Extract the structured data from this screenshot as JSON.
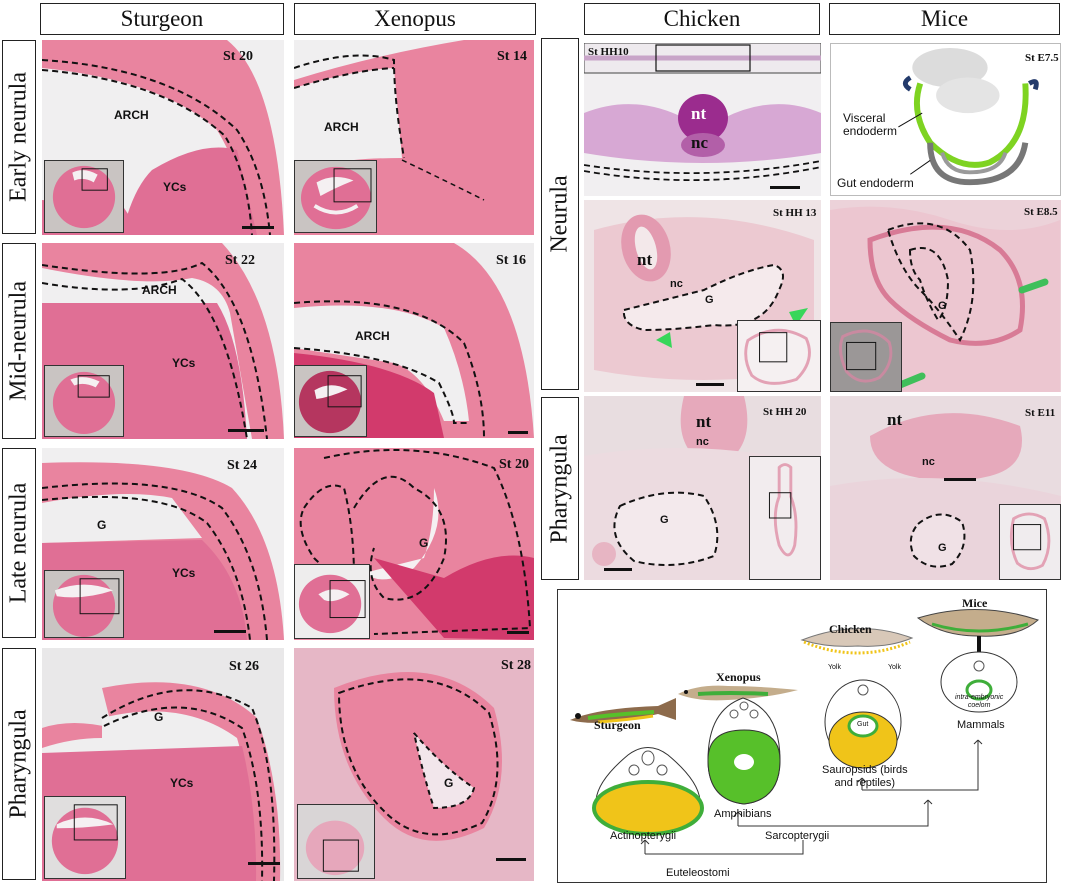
{
  "columns": {
    "sturgeon": "Sturgeon",
    "xenopus": "Xenopus",
    "chicken": "Chicken",
    "mice": "Mice"
  },
  "rows": {
    "early": "Early neurula",
    "mid": "Mid-neurula",
    "late": "Late neurula",
    "pharyngula": "Pharyngula"
  },
  "right_rows": {
    "neurula": "Neurula",
    "pharyngula": "Pharyngula"
  },
  "stages": {
    "s20": "St 20",
    "x14": "St 14",
    "s22": "St 22",
    "x16": "St 16",
    "s24": "St 24",
    "x20": "St 20",
    "s26": "St 26",
    "x28": "St 28",
    "chh10": "St HH10",
    "me75": "St E7.5",
    "chh13": "St HH 13",
    "me85": "St E8.5",
    "chh20": "St HH 20",
    "me11": "St E11"
  },
  "tissue": {
    "arch": "ARCH",
    "ycs": "YCs",
    "g": "G",
    "nt": "nt",
    "nc": "nc"
  },
  "mice_labels": {
    "visceral": "Visceral\nendoderm",
    "gut": "Gut endoderm"
  },
  "diagram": {
    "sturgeon": "Sturgeon",
    "xenopus": "Xenopus",
    "chicken": "Chicken",
    "mice": "Mice",
    "yolk": "Yolk",
    "gut": "Gut",
    "coelom": "intra-embryonic\ncoelom",
    "mammals": "Mammals",
    "sauropsids": "Sauropsids (birds\nand reptiles)",
    "amphibians": "Amphibians",
    "actinopterygii": "Actinopterygii",
    "sarcopterygii": "Sarcopterygii",
    "euteleostomi": "Euteleostomi"
  },
  "colors": {
    "tissue": "#e8769f",
    "dark_tissue": "#c9295f",
    "background_slide": "#ececec",
    "endoderm_green": "#3fae3a",
    "yolk_yellow": "#f0c419",
    "arrow_green": "#38d65a"
  }
}
